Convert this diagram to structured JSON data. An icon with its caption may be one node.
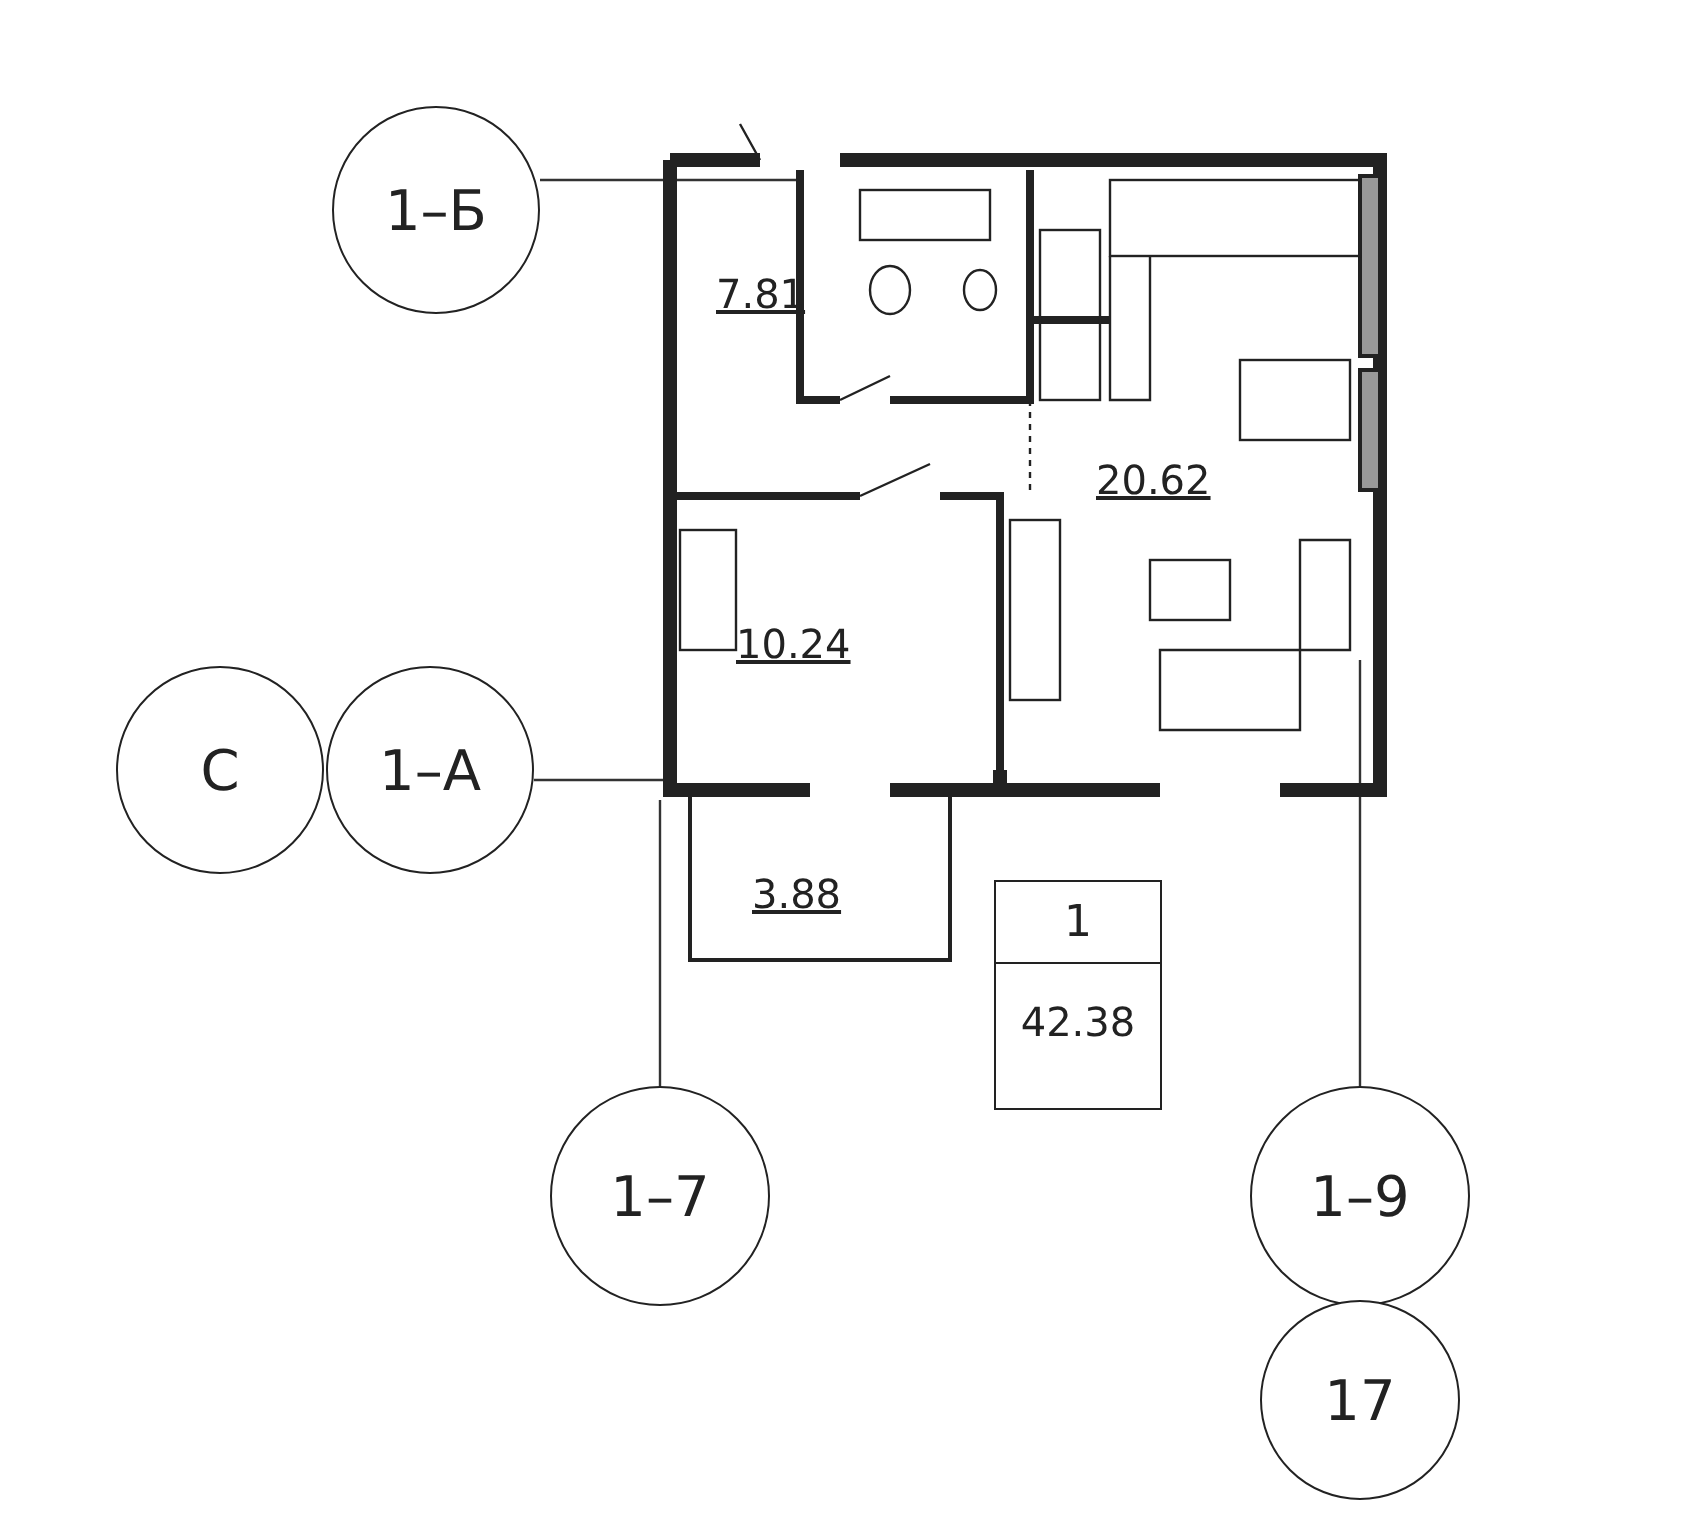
{
  "diagram": {
    "nodes": [
      {
        "text": [
          "1–Б"
        ]
      },
      {
        "text": [
          "C"
        ]
      },
      {
        "text": [
          "1–А"
        ]
      },
      {
        "text": [
          "1–7"
        ]
      },
      {
        "text": [
          "1–9"
        ]
      },
      {
        "text": [
          "17"
        ]
      },
      {
        "text": [
          "1",
          "42.38"
        ]
      }
    ],
    "edges": [],
    "labels": [
      "7.81",
      "20.62",
      "10.24",
      "3.88"
    ]
  }
}
